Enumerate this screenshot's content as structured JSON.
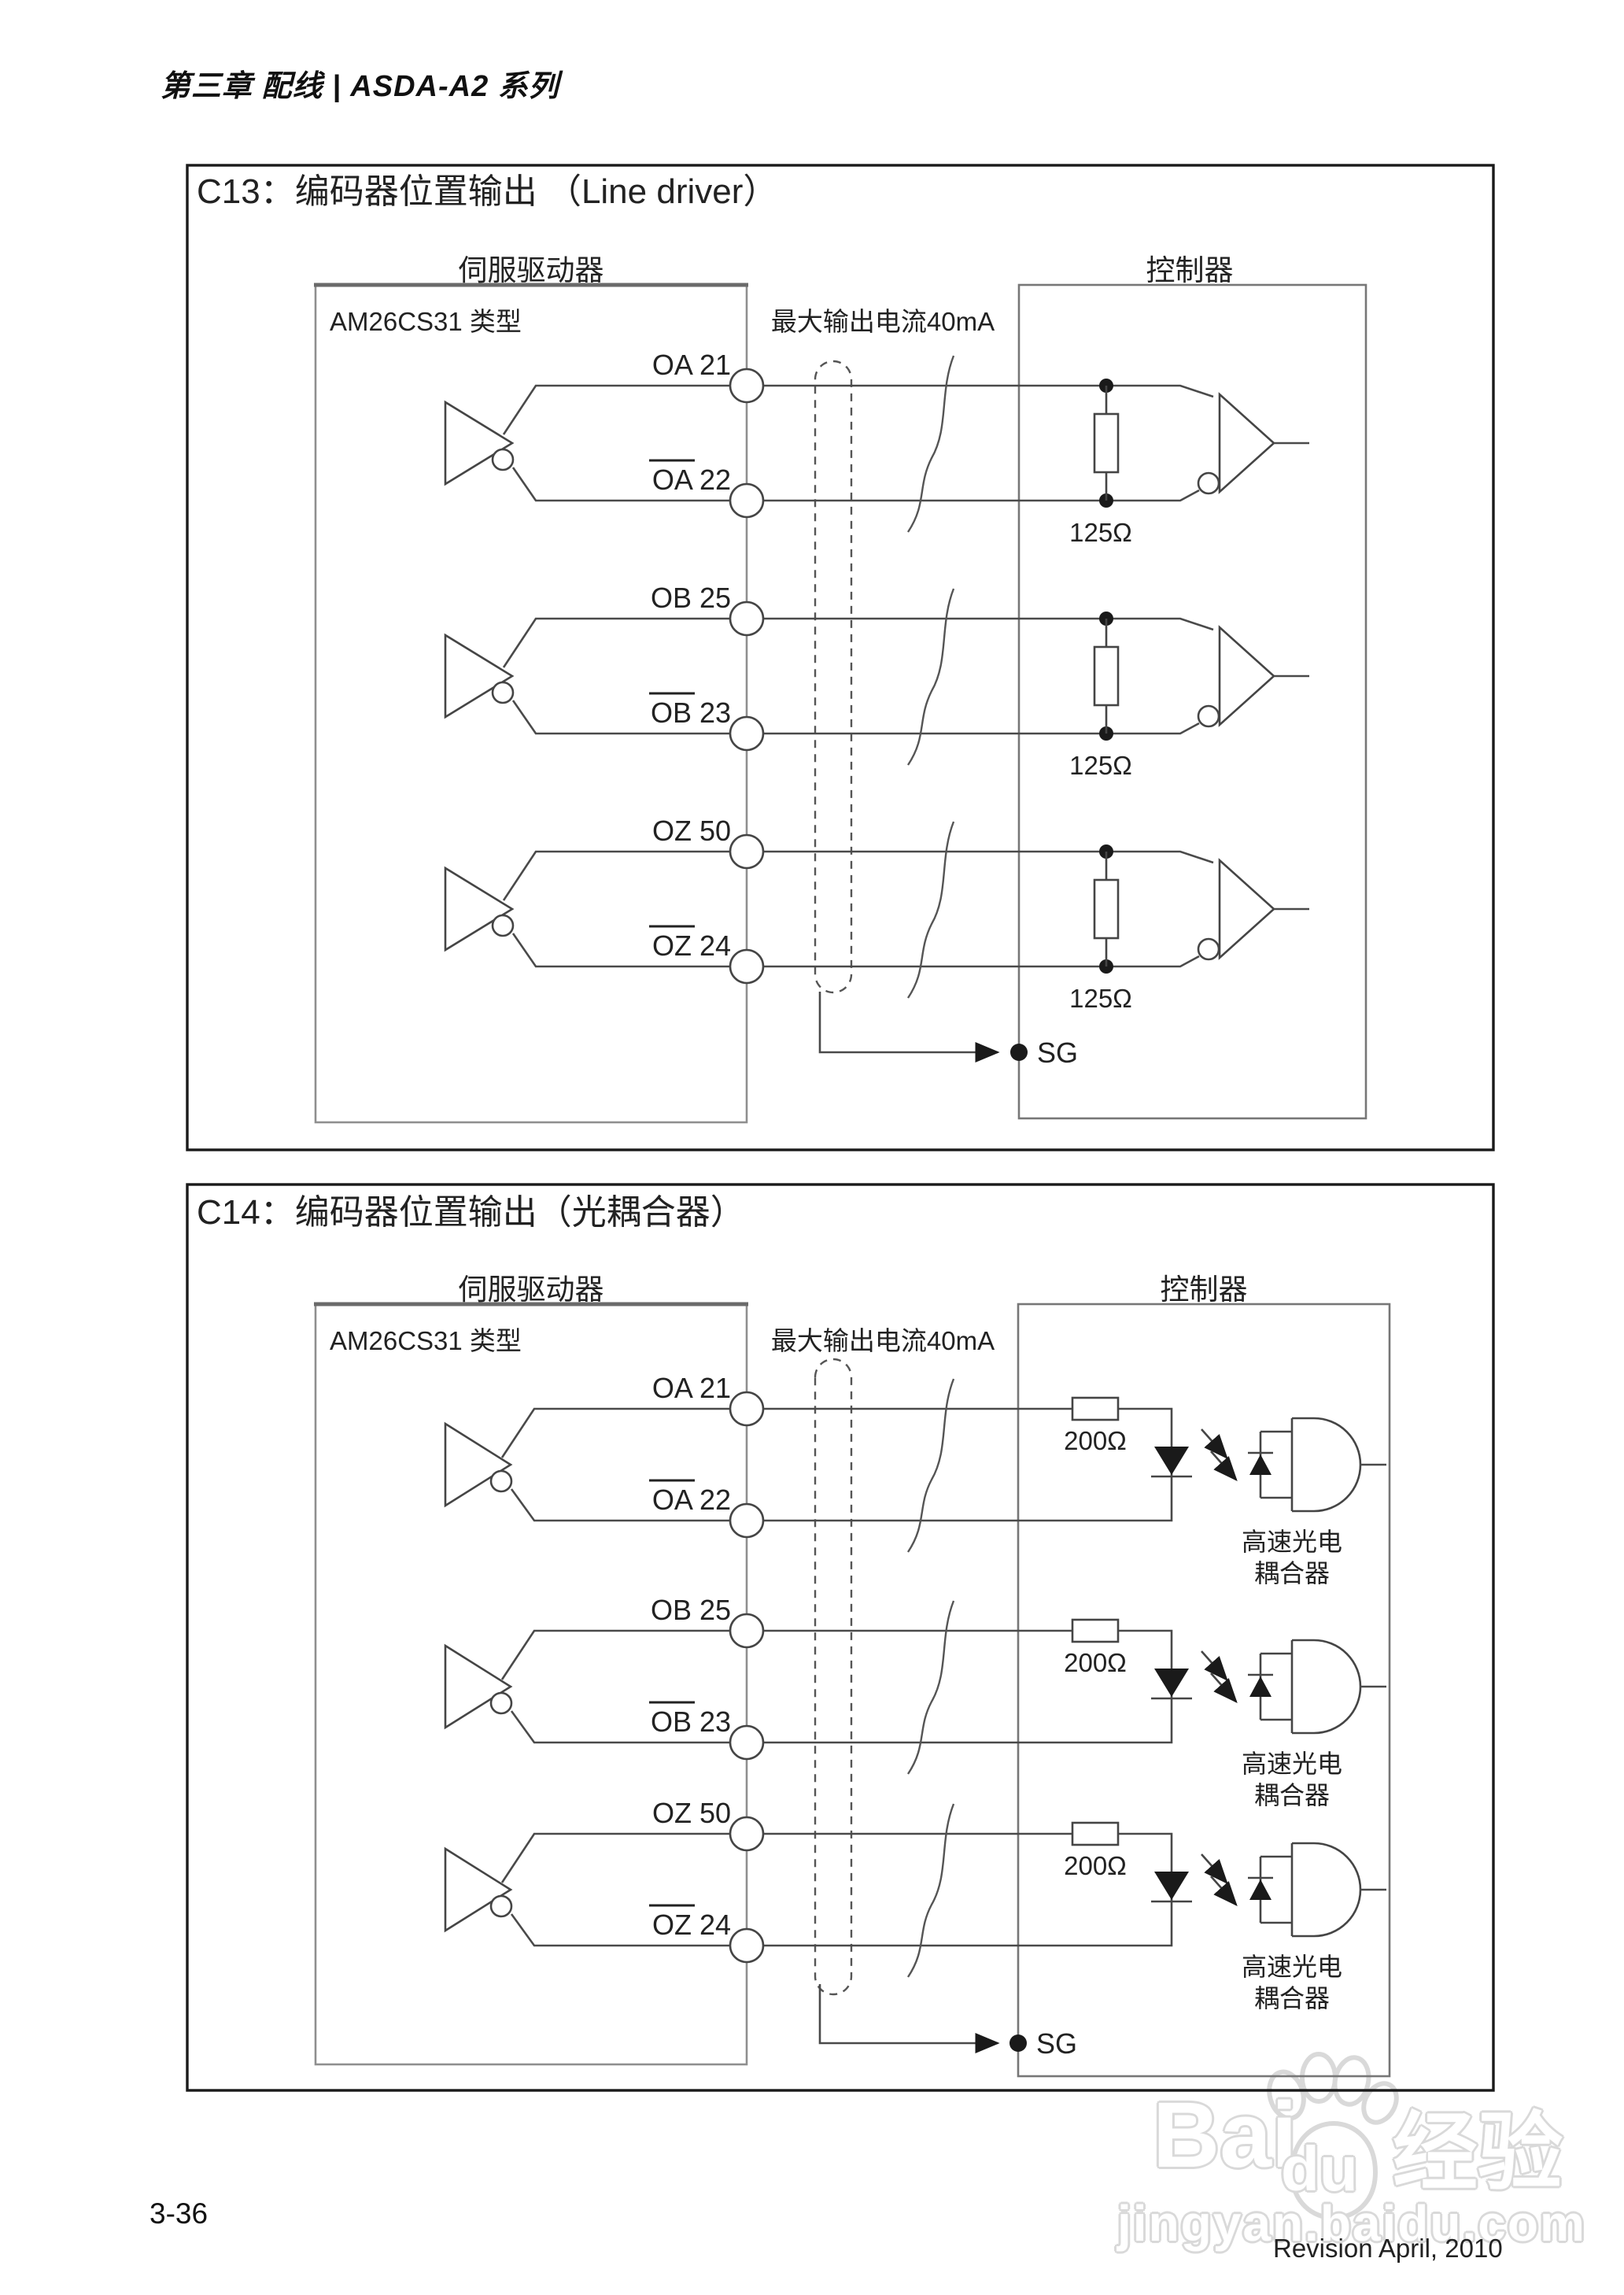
{
  "page": {
    "header": "第三章 配线 | ASDA-A2 系列",
    "page_number": "3-36",
    "revision": "Revision April, 2010"
  },
  "watermark": {
    "brand_latin_1": "Bai",
    "brand_latin_2": "du",
    "brand_cn": "经验",
    "url": "jingyan.baidu.com"
  },
  "c13": {
    "title": "C13：编码器位置输出 （Line driver）",
    "servo_heading": "伺服驱动器",
    "controller_heading": "控制器",
    "driver_type": "AM26CS31 类型",
    "max_current": "最大输出电流40mA",
    "sg": "SG",
    "channels": [
      {
        "top": "OA 21",
        "bottom": "OA 22",
        "resistor": "125Ω"
      },
      {
        "top": "OB 25",
        "bottom": "OB 23",
        "resistor": "125Ω"
      },
      {
        "top": "OZ 50",
        "bottom": "OZ 24",
        "resistor": "125Ω"
      }
    ]
  },
  "c14": {
    "title": "C14：编码器位置输出（光耦合器）",
    "servo_heading": "伺服驱动器",
    "controller_heading": "控制器",
    "driver_type": "AM26CS31 类型",
    "max_current": "最大输出电流40mA",
    "sg": "SG",
    "coupler_line1": "高速光电",
    "coupler_line2": "耦合器",
    "channels": [
      {
        "top": "OA 21",
        "bottom": "OA 22",
        "resistor": "200Ω"
      },
      {
        "top": "OB 25",
        "bottom": "OB 23",
        "resistor": "200Ω"
      },
      {
        "top": "OZ 50",
        "bottom": "OZ 24",
        "resistor": "200Ω"
      }
    ]
  }
}
